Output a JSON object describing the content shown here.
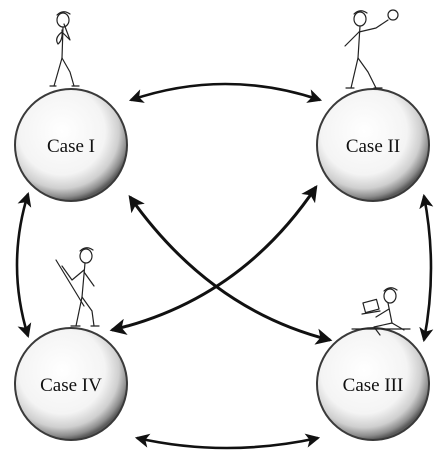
{
  "diagram": {
    "nodes": [
      {
        "id": "case-1",
        "label": "Case I"
      },
      {
        "id": "case-2",
        "label": "Case II"
      },
      {
        "id": "case-3",
        "label": "Case III"
      },
      {
        "id": "case-4",
        "label": "Case IV"
      }
    ],
    "edges": [
      {
        "from": "case-1",
        "to": "case-2",
        "direction": "both"
      },
      {
        "from": "case-2",
        "to": "case-3",
        "direction": "both"
      },
      {
        "from": "case-3",
        "to": "case-4",
        "direction": "both"
      },
      {
        "from": "case-4",
        "to": "case-1",
        "direction": "both"
      },
      {
        "from": "case-1",
        "to": "case-3",
        "direction": "both"
      },
      {
        "from": "case-2",
        "to": "case-4",
        "direction": "both"
      }
    ],
    "figures": [
      {
        "node": "case-1",
        "pose": "thinking"
      },
      {
        "node": "case-2",
        "pose": "throwing-bubble"
      },
      {
        "node": "case-4",
        "pose": "holding-stick"
      },
      {
        "node": "case-3",
        "pose": "sitting-with-laptop"
      }
    ]
  }
}
